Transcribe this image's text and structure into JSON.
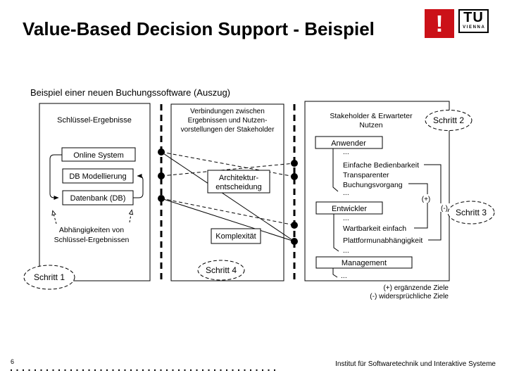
{
  "slide": {
    "title": "Value-Based Decision Support - Beispiel",
    "page_number": "6",
    "institute": "Institut für Softwaretechnik und Interaktive Systeme"
  },
  "logo": {
    "exclamation": "!",
    "tu": "TU",
    "vienna": "VIENNA"
  },
  "colors": {
    "logo_red": "#cb1118",
    "black": "#000000",
    "background": "#ffffff"
  },
  "diagram": {
    "heading": "Beispiel einer neuen Buchungssoftware (Auszug)",
    "steps": {
      "step1": "Schritt 1",
      "step2": "Schritt 2",
      "step3": "Schritt 3",
      "step4": "Schritt 4"
    },
    "left_panel": {
      "label": "Schlüssel-Ergebnisse",
      "node1": "Online System",
      "node2": "DB Modellierung",
      "node3": "Datenbank (DB)",
      "annotation1": "Abhängigkeiten von",
      "annotation2": "Schlüssel-Ergebnissen"
    },
    "middle_panel": {
      "label1": "Verbindungen zwischen",
      "label2": "Ergebnissen und Nutzen-",
      "label3": "vorstellungen der Stakeholder",
      "node1a": "Architektur-",
      "node1b": "entscheidung",
      "node2": "Komplexität"
    },
    "right_panel": {
      "label1": "Stakeholder & Erwarteter",
      "label2": "Nutzen",
      "group1": "Anwender",
      "group1_items": [
        "...",
        "Einfache Bedienbarkeit",
        "Transparenter",
        "Buchungsvorgang",
        "..."
      ],
      "group2": "Entwickler",
      "group2_items": [
        "...",
        "Wartbarkeit einfach",
        "Plattformunabhängigkeit",
        "..."
      ],
      "group3": "Management",
      "group3_items": [
        "..."
      ],
      "plus": "(+)",
      "minus": "(-)"
    },
    "legend1": "(+) ergänzende Ziele",
    "legend2": "(-) widersprüchliche Ziele"
  }
}
